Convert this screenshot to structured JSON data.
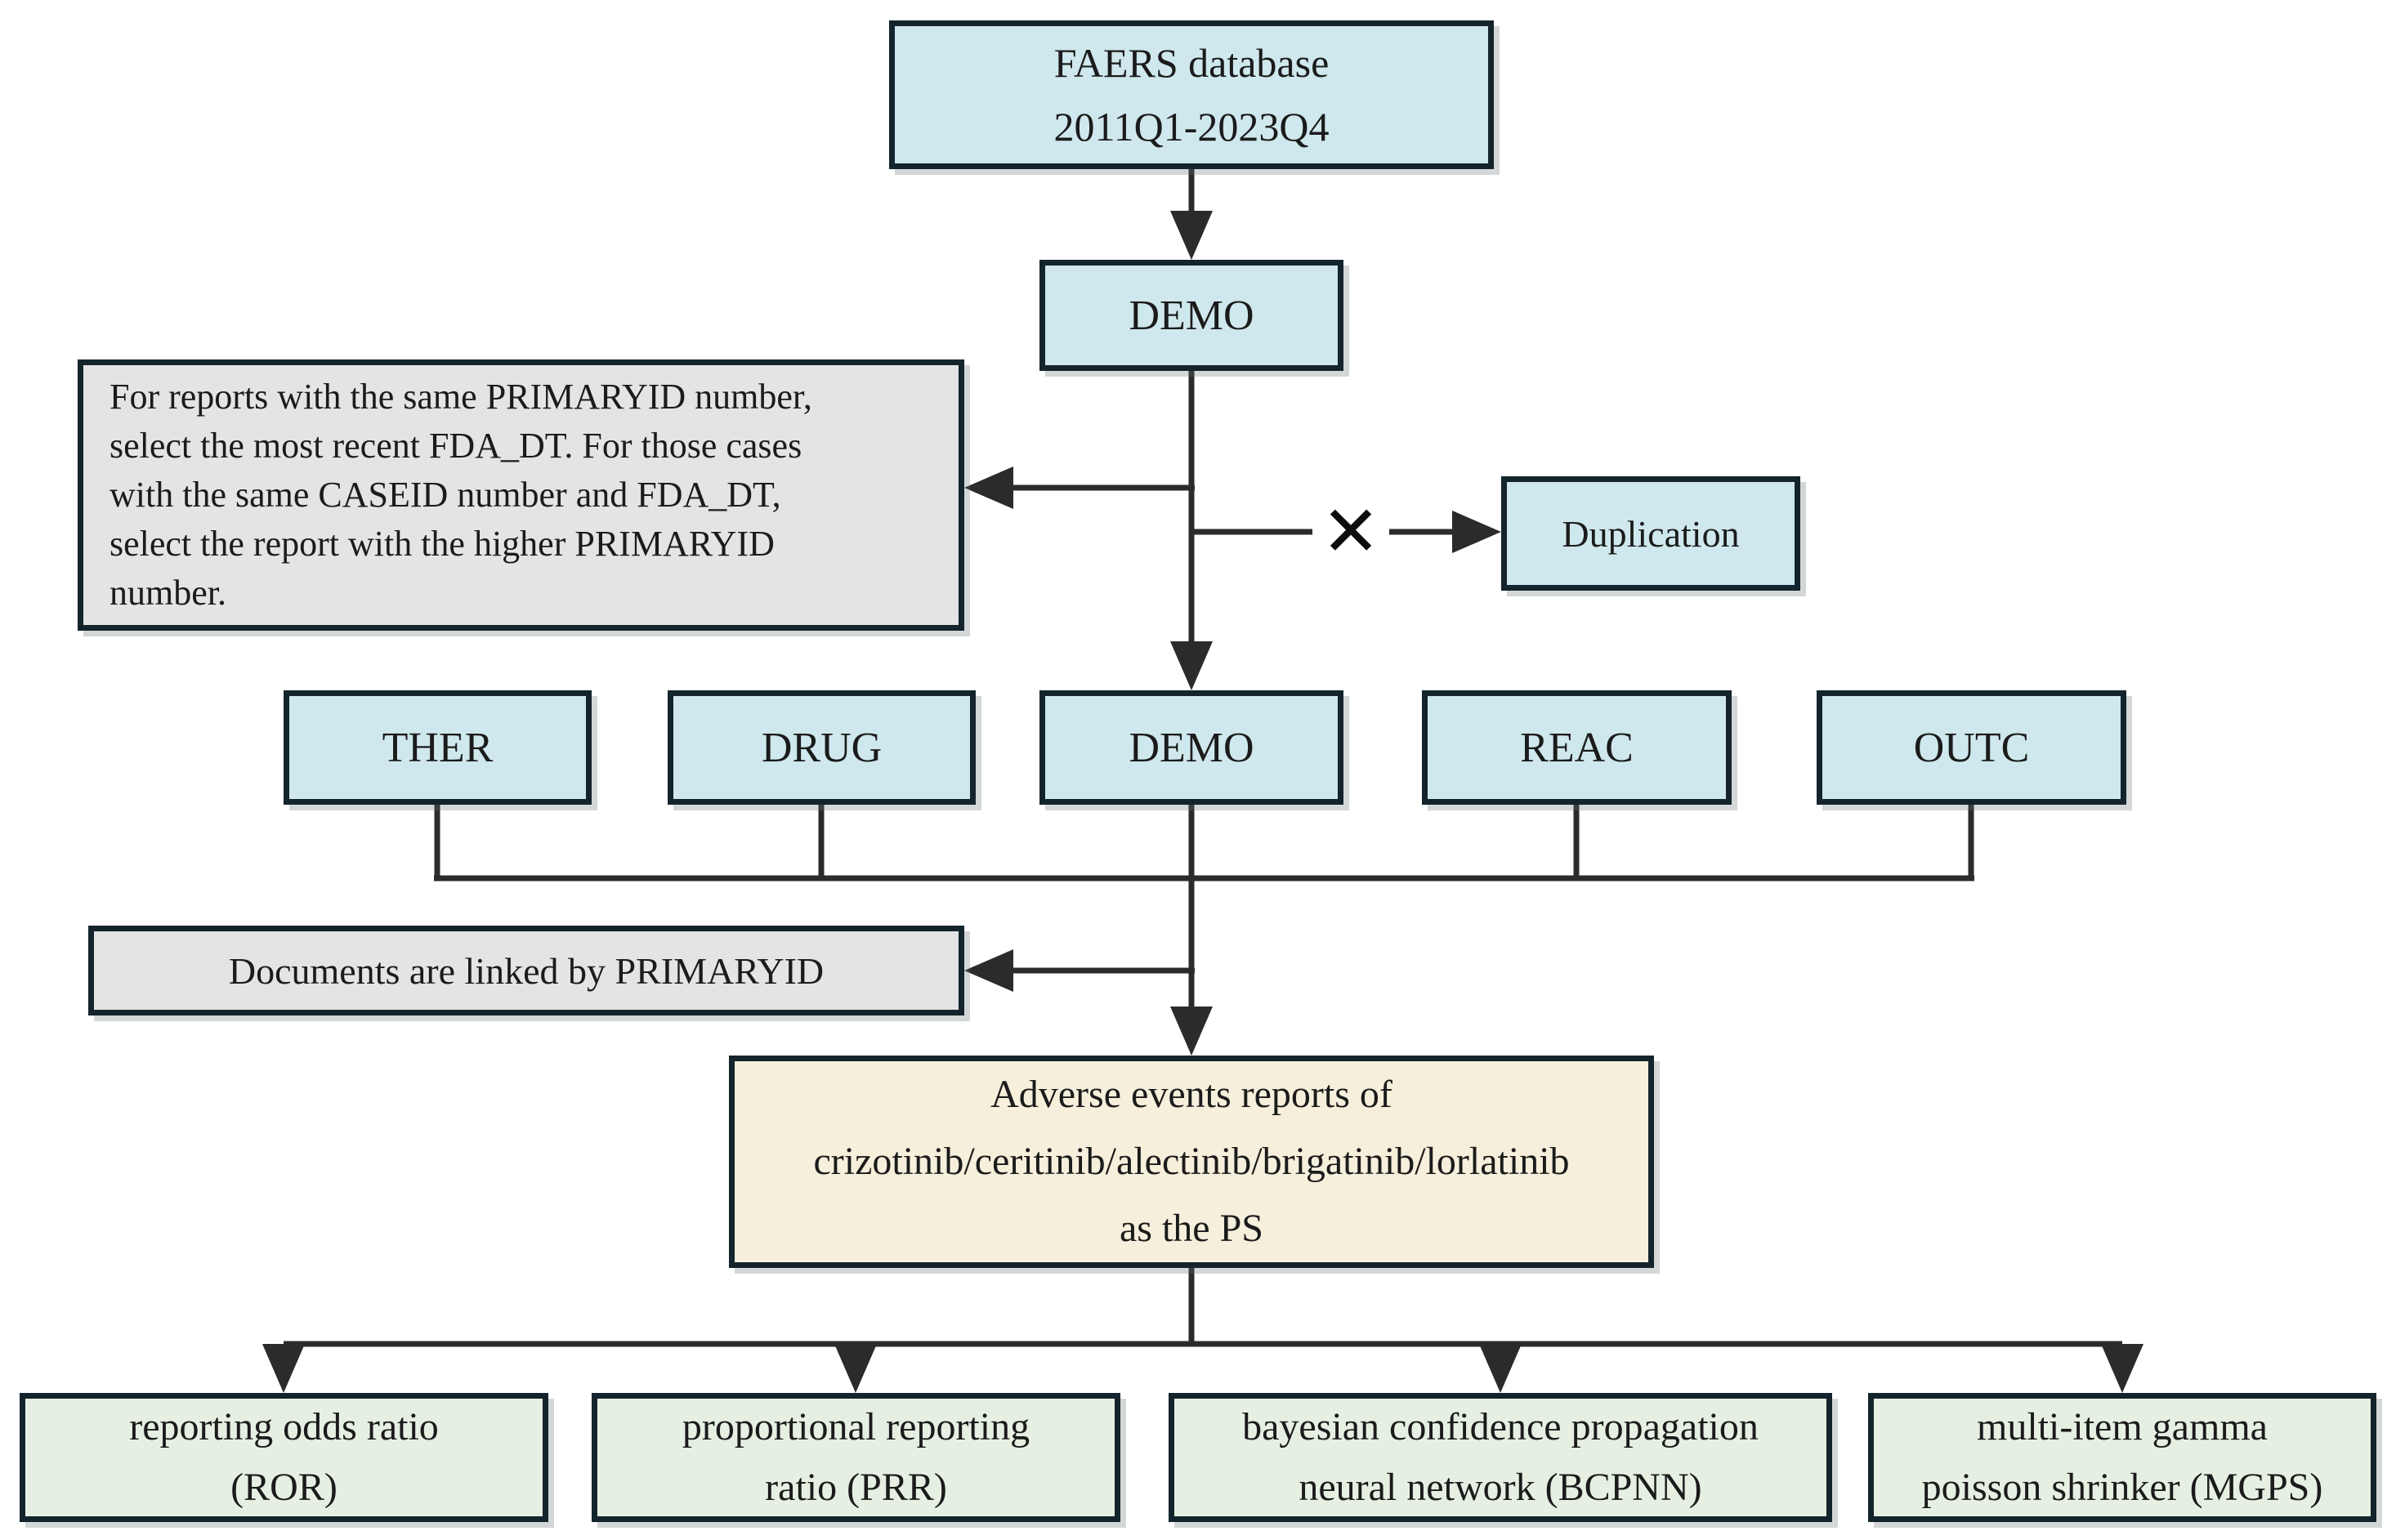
{
  "colors": {
    "box_blue": "#cfe8ed",
    "box_gray": "#e4e4e4",
    "box_beige": "#f5efdb",
    "box_green": "#e5f0e2",
    "border_dark": "#13242c",
    "line_dark": "#2b2b2b",
    "text_dark": "#1b1b1b",
    "page_bg": "#ffffff"
  },
  "icons": {
    "exclusion_cross": "✕"
  },
  "nodes": {
    "faers": {
      "lines": [
        "FAERS database",
        "2011Q1-2023Q4"
      ]
    },
    "demo_top": {
      "label": "DEMO"
    },
    "dedup_note": {
      "lines": [
        "For reports with the same PRIMARYID number,",
        "select the most recent FDA_DT. For those cases",
        "with the same CASEID number and FDA_DT,",
        "select the report with the higher PRIMARYID",
        "number."
      ]
    },
    "duplication": {
      "label": "Duplication"
    },
    "ther": {
      "label": "THER"
    },
    "drug": {
      "label": "DRUG"
    },
    "demo_mid": {
      "label": "DEMO"
    },
    "reac": {
      "label": "REAC"
    },
    "outc": {
      "label": "OUTC"
    },
    "link_note": {
      "label": "Documents are linked by PRIMARYID"
    },
    "adverse": {
      "lines": [
        "Adverse events reports of",
        "crizotinib/ceritinib/alectinib/brigatinib/lorlatinib",
        "as the PS"
      ]
    },
    "ror": {
      "lines": [
        "reporting odds ratio",
        "(ROR)"
      ]
    },
    "prr": {
      "lines": [
        "proportional reporting",
        "ratio (PRR)"
      ]
    },
    "bcpnn": {
      "lines": [
        "bayesian confidence propagation",
        "neural network (BCPNN)"
      ]
    },
    "mgps": {
      "lines": [
        "multi-item gamma",
        "poisson shrinker (MGPS)"
      ]
    }
  }
}
